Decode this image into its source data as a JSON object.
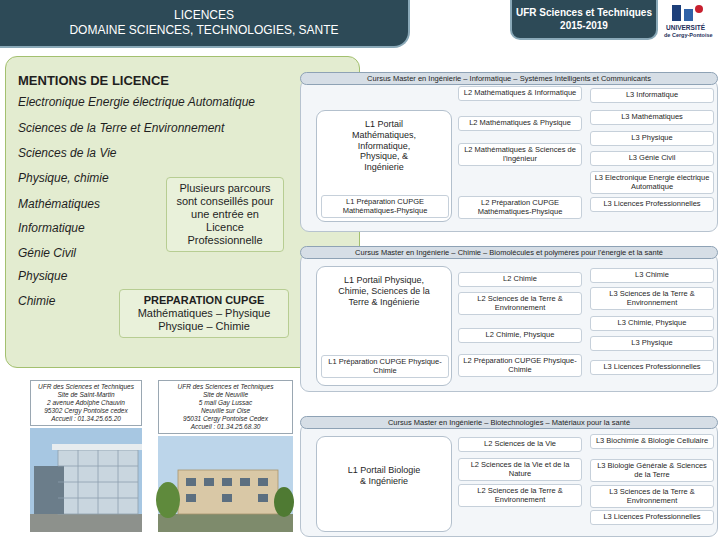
{
  "diagram": {
    "nodes": [
      {
        "text": [
          "LICENCES",
          "DOMAINE SCIENCES, TECHNOLOGIES, SANTE"
        ]
      },
      {
        "text": [
          "UFR Sciences et Techniques",
          "2015-2019"
        ]
      },
      {
        "text": [
          "MENTIONS DE LICENCE",
          "Electronique Energie électrique Automatique",
          "Sciences de la Terre et Environnement",
          "Sciences de la Vie",
          "Physique, chimie",
          "Mathématiques",
          "Informatique",
          "Génie Civil",
          "Physique",
          "Chimie"
        ]
      },
      {
        "text": [
          "Plusieurs parcours sont conseillés pour une entrée en Licence Professionnelle"
        ],
        "in": 2
      },
      {
        "text": [
          "PREPARATION CUPGE",
          "Mathématiques – Physique Physique – Chimie"
        ],
        "in": 2
      },
      {
        "text": [
          "UFR des Sciences et Techniques",
          "Site de Saint-Martin",
          "2 avenue Adolphe Chauvin",
          "95302 Cergy Pontoise cedex",
          "Accueil : 01.34.25.65.20"
        ]
      },
      {
        "text": [
          "UFR des Sciences et Techniques",
          "Site de Neuville",
          "5 mail Gay Lussac",
          "Neuville sur Oise",
          "95031 Cergy Pontoise Cedex",
          "Accueil : 01.34.25.68.30"
        ]
      },
      {
        "text": [
          "Cursus Master en Ingénierie – Informatique – Systèmes Intelligents et Communicants"
        ]
      },
      {
        "text": [
          "L1 Portail Mathématiques, Informatique, Physique, & Ingénierie"
        ],
        "in": 7
      },
      {
        "text": [
          "L1 Préparation CUPGE Mathématiques-Physique"
        ],
        "in": 8
      },
      {
        "text": [
          "L2 Mathématiques & Informatique"
        ],
        "in": 7
      },
      {
        "text": [
          "L2 Mathématiques & Physique"
        ],
        "in": 7
      },
      {
        "text": [
          "L2 Mathématiques & Sciences de l'ingénieur"
        ],
        "in": 7
      },
      {
        "text": [
          "L2 Préparation CUPGE Mathématiques-Physique"
        ],
        "in": 7
      },
      {
        "text": [
          "L3 Informatique"
        ],
        "in": 7
      },
      {
        "text": [
          "L3 Mathématiques"
        ],
        "in": 7
      },
      {
        "text": [
          "L3 Physique"
        ],
        "in": 7
      },
      {
        "text": [
          "L3 Génie Civil"
        ],
        "in": 7
      },
      {
        "text": [
          "L3 Electronique Energie électrique Automatique"
        ],
        "in": 7
      },
      {
        "text": [
          "L3 Licences Professionnelles"
        ],
        "in": 7
      },
      {
        "text": [
          "Cursus Master en Ingénierie – Chimie – Biomolécules et polymères pour l'énergie et la santé"
        ]
      },
      {
        "text": [
          "L1 Portail Physique, Chimie, Sciences de la Terre & Ingénierie"
        ],
        "in": 20
      },
      {
        "text": [
          "L1 Préparation CUPGE Physique-Chimie"
        ],
        "in": 21
      },
      {
        "text": [
          "L2 Chimie"
        ],
        "in": 20
      },
      {
        "text": [
          "L2 Sciences de la Terre & Environnement"
        ],
        "in": 20
      },
      {
        "text": [
          "L2 Chimie, Physique"
        ],
        "in": 20
      },
      {
        "text": [
          "L2 Préparation CUPGE Physique-Chimie"
        ],
        "in": 20
      },
      {
        "text": [
          "L3 Chimie"
        ],
        "in": 20
      },
      {
        "text": [
          "L3 Sciences de la Terre & Environnement"
        ],
        "in": 20
      },
      {
        "text": [
          "L3 Chimie, Physique"
        ],
        "in": 20
      },
      {
        "text": [
          "L3 Physique"
        ],
        "in": 20
      },
      {
        "text": [
          "L3 Licences Professionnelles"
        ],
        "in": 20
      },
      {
        "text": [
          "Cursus Master en Ingénierie – Biotechnologies – Matériaux pour la santé"
        ]
      },
      {
        "text": [
          "L1 Portail Biologie & Ingénierie"
        ],
        "in": 32
      },
      {
        "text": [
          "L2 Sciences de la Vie"
        ],
        "in": 32
      },
      {
        "text": [
          "L2 Sciences de la Vie et de la Nature"
        ],
        "in": 32
      },
      {
        "text": [
          "L2 Sciences de la Terre & Environnement"
        ],
        "in": 32
      },
      {
        "text": [
          "L3 Biochimie & Biologie Cellulaire"
        ],
        "in": 32
      },
      {
        "text": [
          "L3 Biologie Générale & Sciences de la Terre"
        ],
        "in": 32
      },
      {
        "text": [
          "L3 Sciences de la Terre & Environnement"
        ],
        "in": 32
      },
      {
        "text": [
          "L3 Licences Professionnelles"
        ],
        "in": 32
      }
    ],
    "labels": [
      "UNIVERSITÉ",
      "de Cergy-Pontoise"
    ]
  }
}
